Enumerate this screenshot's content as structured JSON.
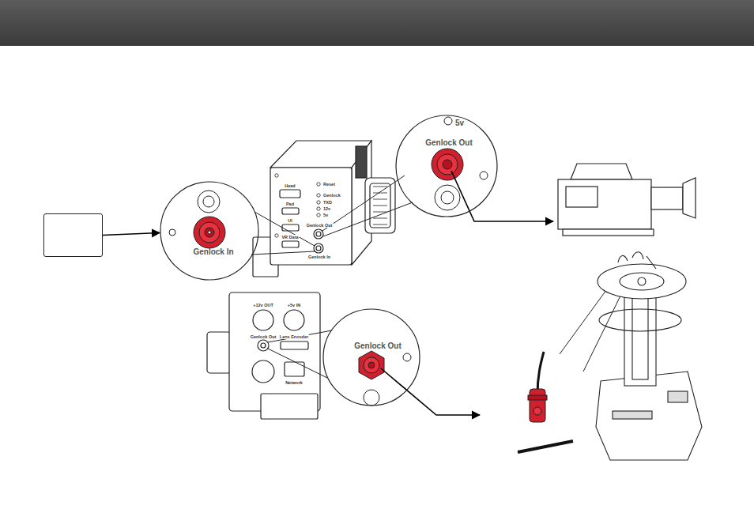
{
  "diagram": {
    "nodes": [
      {
        "text": []
      },
      {
        "text": [
          "Genlock In"
        ]
      },
      {
        "text": [
          "5v",
          "Genlock Out"
        ]
      },
      {
        "text": [
          "Genlock Out"
        ]
      }
    ],
    "edges": [
      {
        "from": 0,
        "to": 1,
        "arrow": "to"
      }
    ],
    "labels": [
      "Head",
      "Pad",
      "UI",
      "VR Data",
      "Reset",
      "Genlock",
      "TXD",
      "12v",
      "5v",
      "Genlock Out",
      "Genlock In",
      "+12v OUT",
      "+5v IN",
      "Genlock Out",
      "Lens Encoder",
      "Network"
    ]
  }
}
